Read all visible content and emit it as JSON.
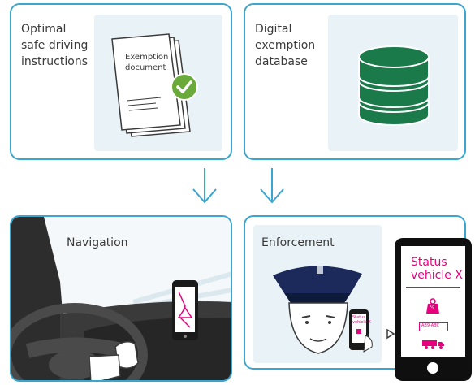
{
  "panels": {
    "instructions": {
      "label": "Optimal\nsafe driving\ninstructions",
      "doc_label": "Exemption\ndocument"
    },
    "database": {
      "label": "Digital\nexemption\ndatabase"
    },
    "navigation": {
      "label": "Navigation"
    },
    "enforcement": {
      "label": "Enforcement"
    }
  },
  "phone_small": {
    "text": "Status\nvehicle X"
  },
  "phone_big": {
    "title": "Status\nvehicle X",
    "weight_label": "Kg",
    "plate": "AB9-ABC"
  },
  "colors": {
    "border": "#3aa6cf",
    "arrow": "#3aa6cf",
    "database": "#1a7a4a",
    "check": "#6aaa3a",
    "accent": "#e6007e",
    "police": "#1b2a5a",
    "panel_bg": "#e9f2f6"
  },
  "icons": [
    "document-icon",
    "checkmark-icon",
    "database-icon",
    "arrow-down-icon",
    "police-officer-icon",
    "smartphone-icon",
    "weight-icon",
    "truck-icon",
    "steering-wheel-icon"
  ]
}
